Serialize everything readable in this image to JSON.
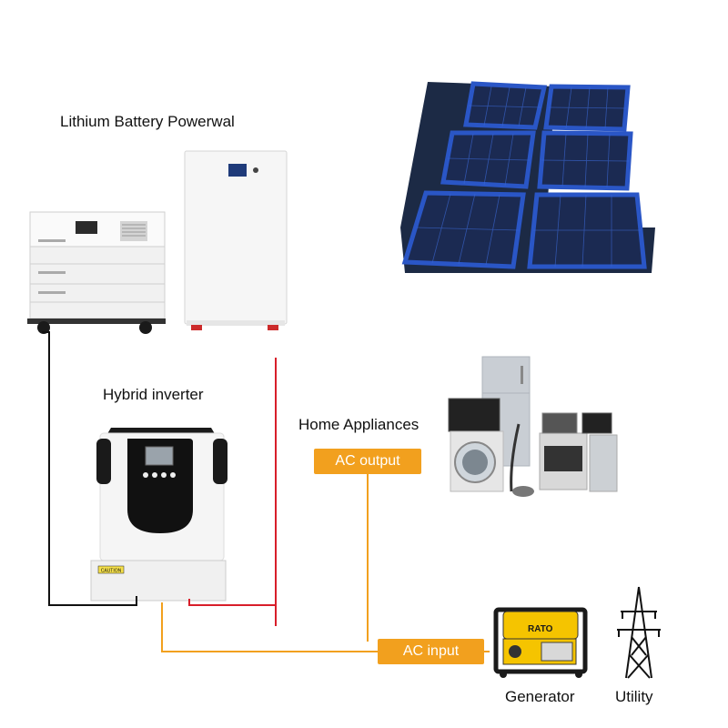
{
  "labels": {
    "battery": "Lithium Battery Powerwal",
    "inverter": "Hybrid inverter",
    "appliances": "Home Appliances",
    "generator": "Generator",
    "utility": "Utility"
  },
  "tags": {
    "ac_output": "AC output",
    "ac_input": "AC input"
  },
  "device_text": {
    "caution": "CAUTION",
    "generator_brand": "RATO"
  },
  "colors": {
    "orange_wire": "#f2a01e",
    "red_wire": "#d81e2a",
    "black_wire": "#111111",
    "solar_blue": "#2a56c6"
  }
}
